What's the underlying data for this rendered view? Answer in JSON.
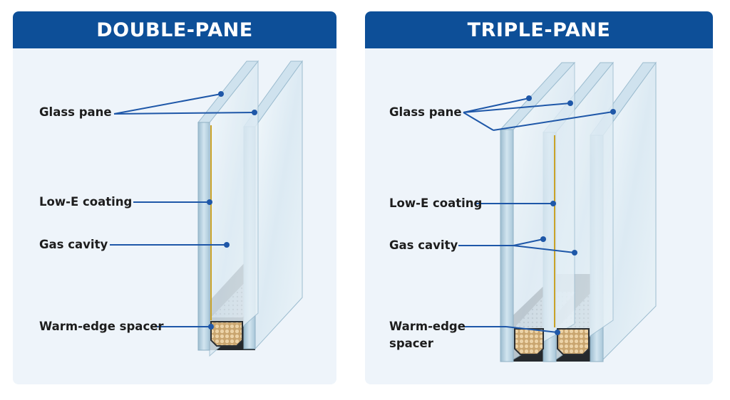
{
  "colors": {
    "header": "#0d4f98",
    "panel": "#eef4fa",
    "leader": "#1e57a8",
    "glass_face": "#dbeaf3",
    "glass_edge": "#a9c6d8",
    "spacer_dark": "#2b2f33",
    "desiccant": "#d9b98a",
    "low_e": "#c9a227"
  },
  "double_pane": {
    "title": "DOUBLE-PANE",
    "labels": {
      "glass_pane": "Glass pane",
      "low_e": "Low-E coating",
      "gas_cavity": "Gas cavity",
      "spacer": "Warm-edge spacer"
    }
  },
  "triple_pane": {
    "title": "TRIPLE-PANE",
    "labels": {
      "glass_pane": "Glass pane",
      "low_e": "Low-E coating",
      "gas_cavity": "Gas cavity",
      "spacer": "Warm-edge spacer"
    }
  }
}
